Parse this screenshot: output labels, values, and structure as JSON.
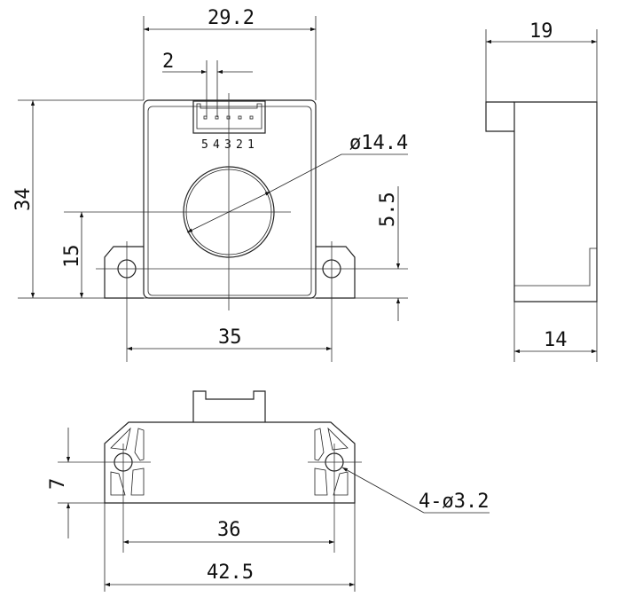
{
  "front_view": {
    "dim_width": "29.2",
    "dim_pin_pitch": "2",
    "pin_labels": [
      "5",
      "4",
      "3",
      "2",
      "1"
    ],
    "dim_hole_diameter": "ø14.4",
    "dim_height": "34",
    "dim_center_height": "15",
    "dim_mount_offset": "5.5",
    "dim_mount_spacing": "35"
  },
  "side_view": {
    "dim_depth_total": "19",
    "dim_depth_body": "14"
  },
  "bottom_view": {
    "dim_hole_offset": "7",
    "dim_hole_spacing": "36",
    "dim_total_width": "42.5",
    "dim_mount_holes": "4-ø3.2"
  }
}
